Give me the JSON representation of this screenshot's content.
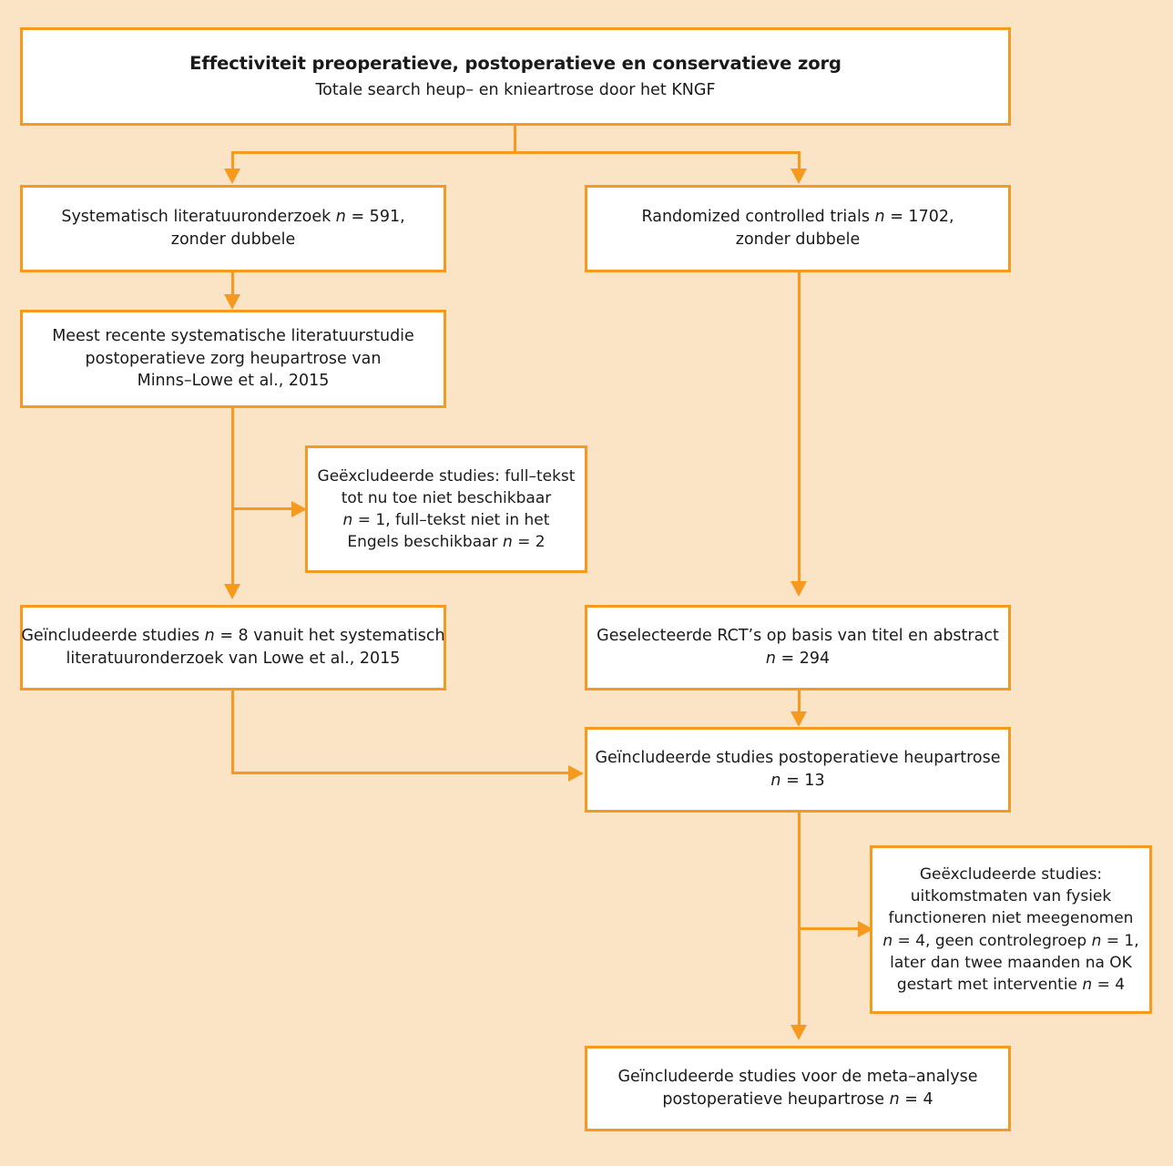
{
  "diagram": {
    "type": "flowchart",
    "language": "nl",
    "colors": {
      "background": "#fbe4c6",
      "box_fill": "#ffffff",
      "border": "#f59a1e",
      "connector": "#f59a1e",
      "text": "#1a1a1a"
    },
    "nodes": {
      "header": {
        "title": "Effectiviteit preoperatieve, postoperatieve en conservatieve zorg",
        "subtitle": "Totale search heup– en knieartrose door het KNGF"
      },
      "systematic_search": {
        "line1_a": "Systematisch literatuuronderzoek ",
        "line1_n": "n",
        "line1_b": " = 591,",
        "line2": "zonder dubbele"
      },
      "rct_search": {
        "line1_a": "Randomized controlled trials ",
        "line1_n": "n",
        "line1_b": " = 1702,",
        "line2": "zonder dubbele"
      },
      "recent_review": {
        "line1": "Meest recente systematische literatuurstudie",
        "line2": "postoperatieve zorg heupartrose van",
        "line3": "Minns–Lowe et al., 2015"
      },
      "excluded_fulltext": {
        "line1": "Geëxcludeerde studies: full–tekst",
        "line2": "tot nu toe niet beschikbaar",
        "line3_n": "n",
        "line3_a": " = 1, full–tekst niet in het",
        "line4_a": "Engels beschikbaar ",
        "line4_n": "n",
        "line4_b": " = 2"
      },
      "included_from_review": {
        "line1_a": "Geïncludeerde studies ",
        "line1_n": "n",
        "line1_b": " = 8 vanuit het systematisch",
        "line2": "literatuuronderzoek van Lowe et al., 2015"
      },
      "selected_rcts": {
        "line1": "Geselecteerde RCT’s op basis van titel en abstract",
        "line2_n": "n",
        "line2_b": " = 294"
      },
      "included_post_hip": {
        "line1": "Geïncludeerde studies postoperatieve heupartrose",
        "line2_n": "n",
        "line2_b": " = 13"
      },
      "excluded_outcomes": {
        "line1": "Geëxcludeerde studies:",
        "line2": "uitkomstmaten van fysiek",
        "line3": "functioneren niet meegenomen",
        "line4_n": "n",
        "line4_a": " = 4, geen controlegroep ",
        "line4_n2": "n",
        "line4_b": " = 1,",
        "line5": "later dan twee maanden na OK",
        "line6_a": "gestart met interventie ",
        "line6_n": "n",
        "line6_b": " = 4"
      },
      "final_included": {
        "line1": "Geïncludeerde studies voor de meta–analyse",
        "line2_a": "postoperatieve heupartrose ",
        "line2_n": "n",
        "line2_b": " = 4"
      }
    }
  }
}
